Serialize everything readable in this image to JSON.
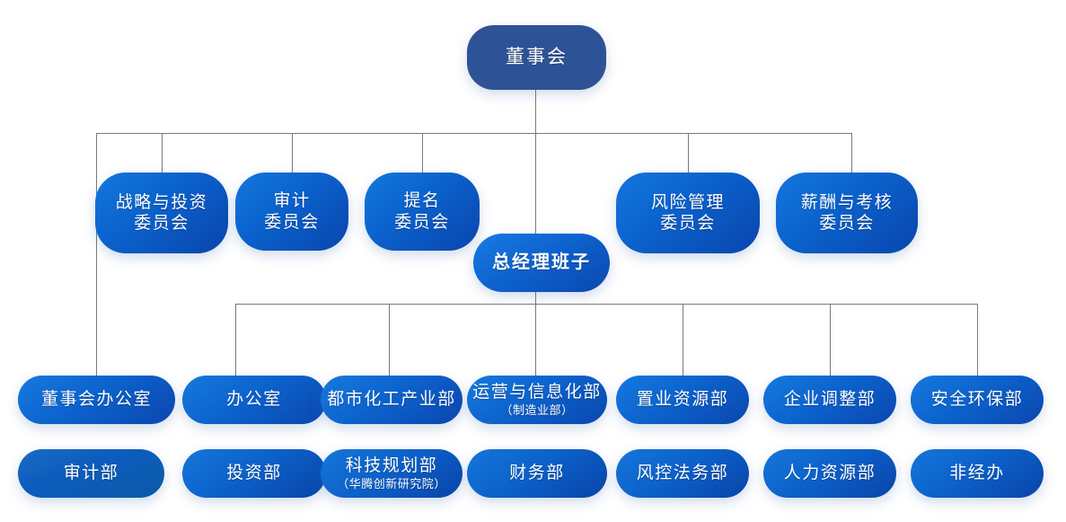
{
  "chart_data": {
    "type": "diagram",
    "title": "",
    "nodes": [
      {
        "id": "board",
        "label": "董事会",
        "level": 0
      },
      {
        "id": "c1",
        "label": "战略与投资\n委员会",
        "level": 1
      },
      {
        "id": "c2",
        "label": "审计\n委员会",
        "level": 1
      },
      {
        "id": "c3",
        "label": "提名\n委员会",
        "level": 1
      },
      {
        "id": "c4",
        "label": "风险管理\n委员会",
        "level": 1
      },
      {
        "id": "c5",
        "label": "薪酬与考核\n委员会",
        "level": 1
      },
      {
        "id": "gm",
        "label": "总经理班子",
        "level": 2
      },
      {
        "id": "d1",
        "label": "董事会办公室",
        "level": 3
      },
      {
        "id": "d2",
        "label": "办公室",
        "level": 3
      },
      {
        "id": "d3",
        "label": "都市化工产业部",
        "level": 3
      },
      {
        "id": "d4",
        "label": "运营与信息化部\n（制造业部）",
        "level": 3
      },
      {
        "id": "d5",
        "label": "置业资源部",
        "level": 3
      },
      {
        "id": "d6",
        "label": "企业调整部",
        "level": 3
      },
      {
        "id": "d7",
        "label": "安全环保部",
        "level": 3
      },
      {
        "id": "e1",
        "label": "审计部",
        "level": 4
      },
      {
        "id": "e2",
        "label": "投资部",
        "level": 4
      },
      {
        "id": "e3",
        "label": "科技规划部\n（华腾创新研究院）",
        "level": 4
      },
      {
        "id": "e4",
        "label": "财务部",
        "level": 4
      },
      {
        "id": "e5",
        "label": "风控法务部",
        "level": 4
      },
      {
        "id": "e6",
        "label": "人力资源部",
        "level": 4
      },
      {
        "id": "e7",
        "label": "非经办",
        "level": 4
      }
    ],
    "edges": [
      {
        "from": "board",
        "to": "c1"
      },
      {
        "from": "board",
        "to": "c2"
      },
      {
        "from": "board",
        "to": "c3"
      },
      {
        "from": "board",
        "to": "c4"
      },
      {
        "from": "board",
        "to": "c5"
      },
      {
        "from": "board",
        "to": "gm"
      },
      {
        "from": "board",
        "to": "d1"
      },
      {
        "from": "gm",
        "to": "d2"
      },
      {
        "from": "gm",
        "to": "d3"
      },
      {
        "from": "gm",
        "to": "d4"
      },
      {
        "from": "gm",
        "to": "d5"
      },
      {
        "from": "gm",
        "to": "d6"
      },
      {
        "from": "gm",
        "to": "d7"
      }
    ]
  },
  "colors": {
    "root_fill": "#2e5296",
    "node_blue_light": "#1477dd",
    "node_blue_dark": "#0a45ad",
    "connector": "#7a7a7a",
    "background": "#ffffff",
    "text": "#ffffff"
  },
  "root": {
    "board": "董事会"
  },
  "committees": [
    {
      "line1": "战略与投资",
      "line2": "委员会"
    },
    {
      "line1": "审计",
      "line2": "委员会"
    },
    {
      "line1": "提名",
      "line2": "委员会"
    },
    {
      "line1": "风险管理",
      "line2": "委员会"
    },
    {
      "line1": "薪酬与考核",
      "line2": "委员会"
    }
  ],
  "gm": {
    "label": "总经理班子"
  },
  "departments_row1": [
    {
      "main": "董事会办公室",
      "sub": ""
    },
    {
      "main": "办公室",
      "sub": ""
    },
    {
      "main": "都市化工产业部",
      "sub": ""
    },
    {
      "main": "运营与信息化部",
      "sub": "（制造业部）"
    },
    {
      "main": "置业资源部",
      "sub": ""
    },
    {
      "main": "企业调整部",
      "sub": ""
    },
    {
      "main": "安全环保部",
      "sub": ""
    }
  ],
  "departments_row2": [
    {
      "main": "审计部",
      "sub": ""
    },
    {
      "main": "投资部",
      "sub": ""
    },
    {
      "main": "科技规划部",
      "sub": "（华腾创新研究院）"
    },
    {
      "main": "财务部",
      "sub": ""
    },
    {
      "main": "风控法务部",
      "sub": ""
    },
    {
      "main": "人力资源部",
      "sub": ""
    },
    {
      "main": "非经办",
      "sub": ""
    }
  ]
}
